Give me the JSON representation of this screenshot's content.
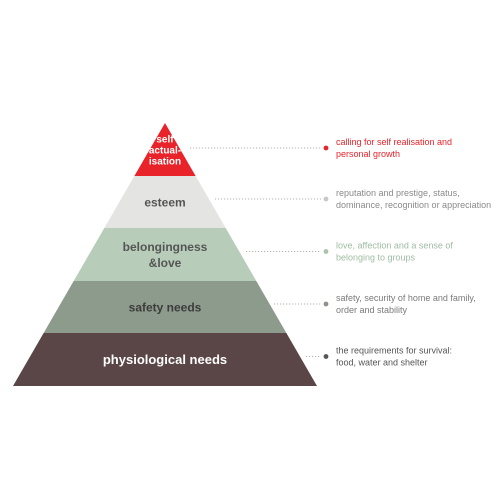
{
  "pyramid": {
    "levels": [
      {
        "id": "self-actualisation",
        "label_lines": [
          "self",
          "actual-",
          "isation"
        ],
        "description_lines": [
          "calling for self realisation and",
          "personal growth"
        ],
        "fill": "#e8232a",
        "label_color": "#ffffff",
        "description_color": "#e8232a",
        "dot_color": "#e8232a"
      },
      {
        "id": "esteem",
        "label_lines": [
          "esteem"
        ],
        "description_lines": [
          "reputation and prestige, status,",
          "dominance, recognition or appreciation"
        ],
        "fill": "#e4e4e2",
        "label_color": "#555555",
        "description_color": "#8a8a8a",
        "dot_color": "#c8c8c8"
      },
      {
        "id": "belongingness",
        "label_lines": [
          "belongingness",
          "&love"
        ],
        "description_lines": [
          "love, affection and a sense of",
          "belonging to groups"
        ],
        "fill": "#b7cdb9",
        "label_color": "#555555",
        "description_color": "#9fbba2",
        "dot_color": "#a9c3ac"
      },
      {
        "id": "safety",
        "label_lines": [
          "safety needs"
        ],
        "description_lines": [
          "safety, security of home and family,",
          "order and stability"
        ],
        "fill": "#8d9b8c",
        "label_color": "#3c3c3c",
        "description_color": "#7a7a7a",
        "dot_color": "#8a948a"
      },
      {
        "id": "physiological",
        "label_lines": [
          "physiological needs"
        ],
        "description_lines": [
          "the requirements for survival:",
          "food, water and shelter"
        ],
        "fill": "#5a4646",
        "label_color": "#ffffff",
        "description_color": "#555555",
        "dot_color": "#555555"
      }
    ]
  }
}
